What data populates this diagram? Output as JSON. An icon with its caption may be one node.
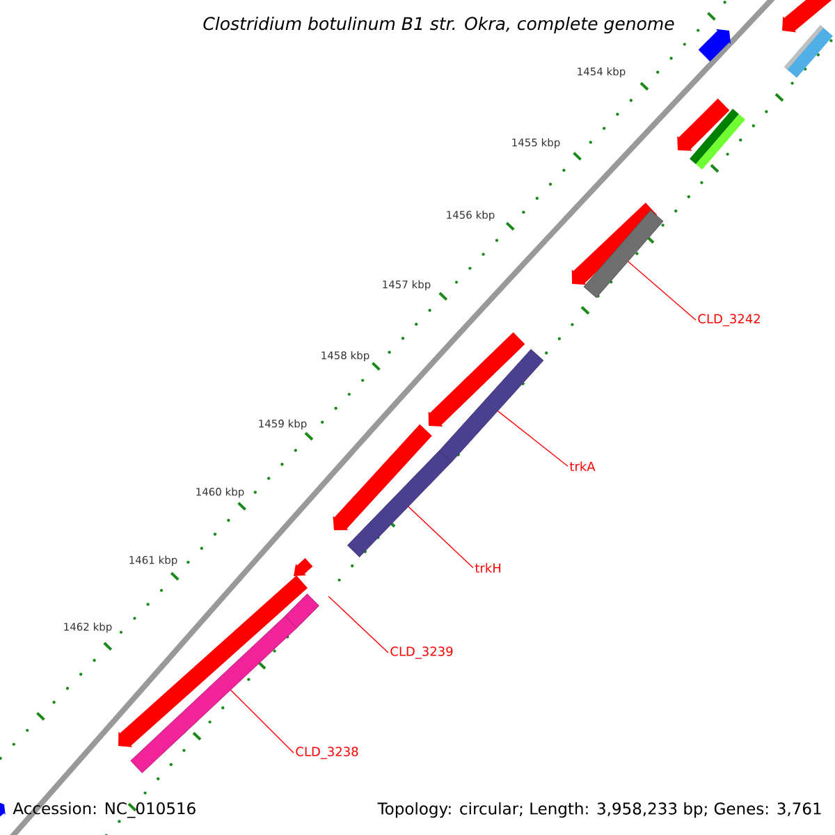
{
  "diagram": {
    "title": "Clostridium botulinum B1 str. Okra, complete genome",
    "nodes": [
      {
        "text": [
          "CLD_3242"
        ]
      },
      {
        "text": [],
        "shape": "bar"
      },
      {
        "text": [
          "trkA"
        ]
      },
      {
        "text": [],
        "shape": "bar"
      },
      {
        "text": [
          "trkH"
        ]
      },
      {
        "text": [],
        "shape": "bar"
      },
      {
        "text": [
          "CLD_3239"
        ]
      },
      {
        "text": [],
        "shape": "bar"
      },
      {
        "text": [
          "CLD_3238"
        ]
      },
      {
        "text": [],
        "shape": "bar"
      }
    ],
    "edges": [
      {
        "from": 0,
        "to": 1,
        "arrow": "none"
      },
      {
        "from": 2,
        "to": 3,
        "arrow": "none"
      },
      {
        "from": 4,
        "to": 5,
        "arrow": "none"
      },
      {
        "from": 6,
        "to": 7,
        "arrow": "none"
      },
      {
        "from": 8,
        "to": 9,
        "arrow": "none"
      }
    ],
    "labels": [
      "1454 kbp",
      "1455 kbp",
      "1456 kbp",
      "1457 kbp",
      "1458 kbp",
      "1459 kbp",
      "1460 kbp",
      "1461 kbp",
      "1462 kbp",
      "Accession: NC_010516",
      "Topology: circular; Length: 3,958,233 bp; Genes: 3,761"
    ]
  }
}
